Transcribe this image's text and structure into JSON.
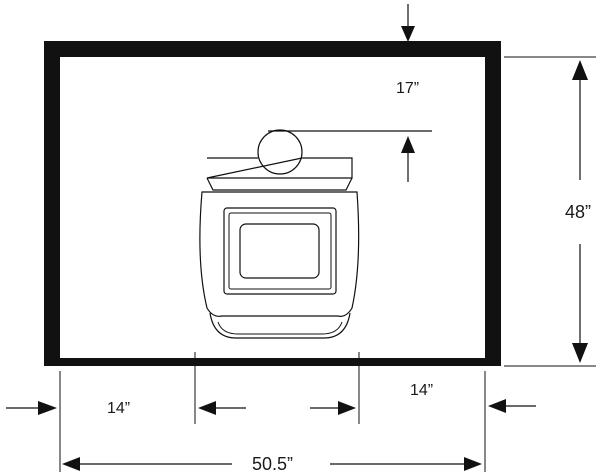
{
  "diagram": {
    "labels": {
      "top_clearance": "17”",
      "depth": "48”",
      "left_clearance": "14”",
      "right_clearance": "14”",
      "total_width": "50.5”"
    },
    "colors": {
      "wall": "#111111",
      "line": "#111111",
      "background": "#ffffff"
    }
  }
}
